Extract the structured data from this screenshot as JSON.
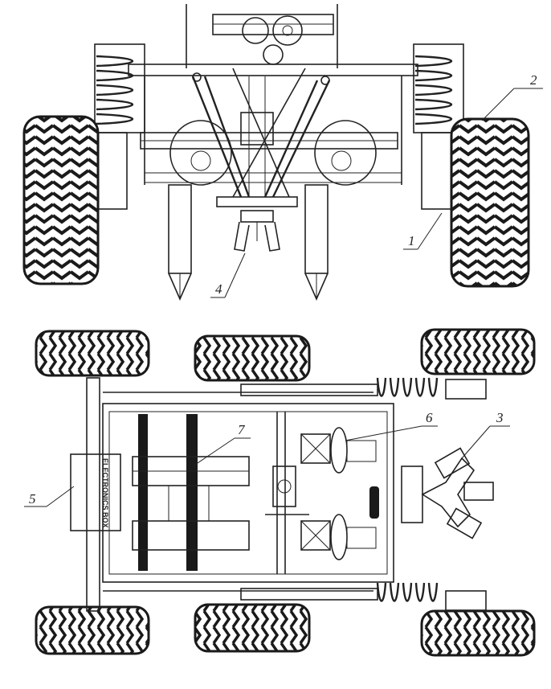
{
  "figure": {
    "callouts": [
      {
        "id": "1",
        "label": "1"
      },
      {
        "id": "2",
        "label": "2"
      },
      {
        "id": "3",
        "label": "3"
      },
      {
        "id": "4",
        "label": "4"
      },
      {
        "id": "5",
        "label": "5"
      },
      {
        "id": "6",
        "label": "6"
      },
      {
        "id": "7",
        "label": "7"
      }
    ],
    "electronics_box_text": "ELECTRONICS BOX",
    "colors": {
      "ink": "#222222",
      "tire": "#1a1a1a",
      "paper": "#ffffff"
    }
  }
}
